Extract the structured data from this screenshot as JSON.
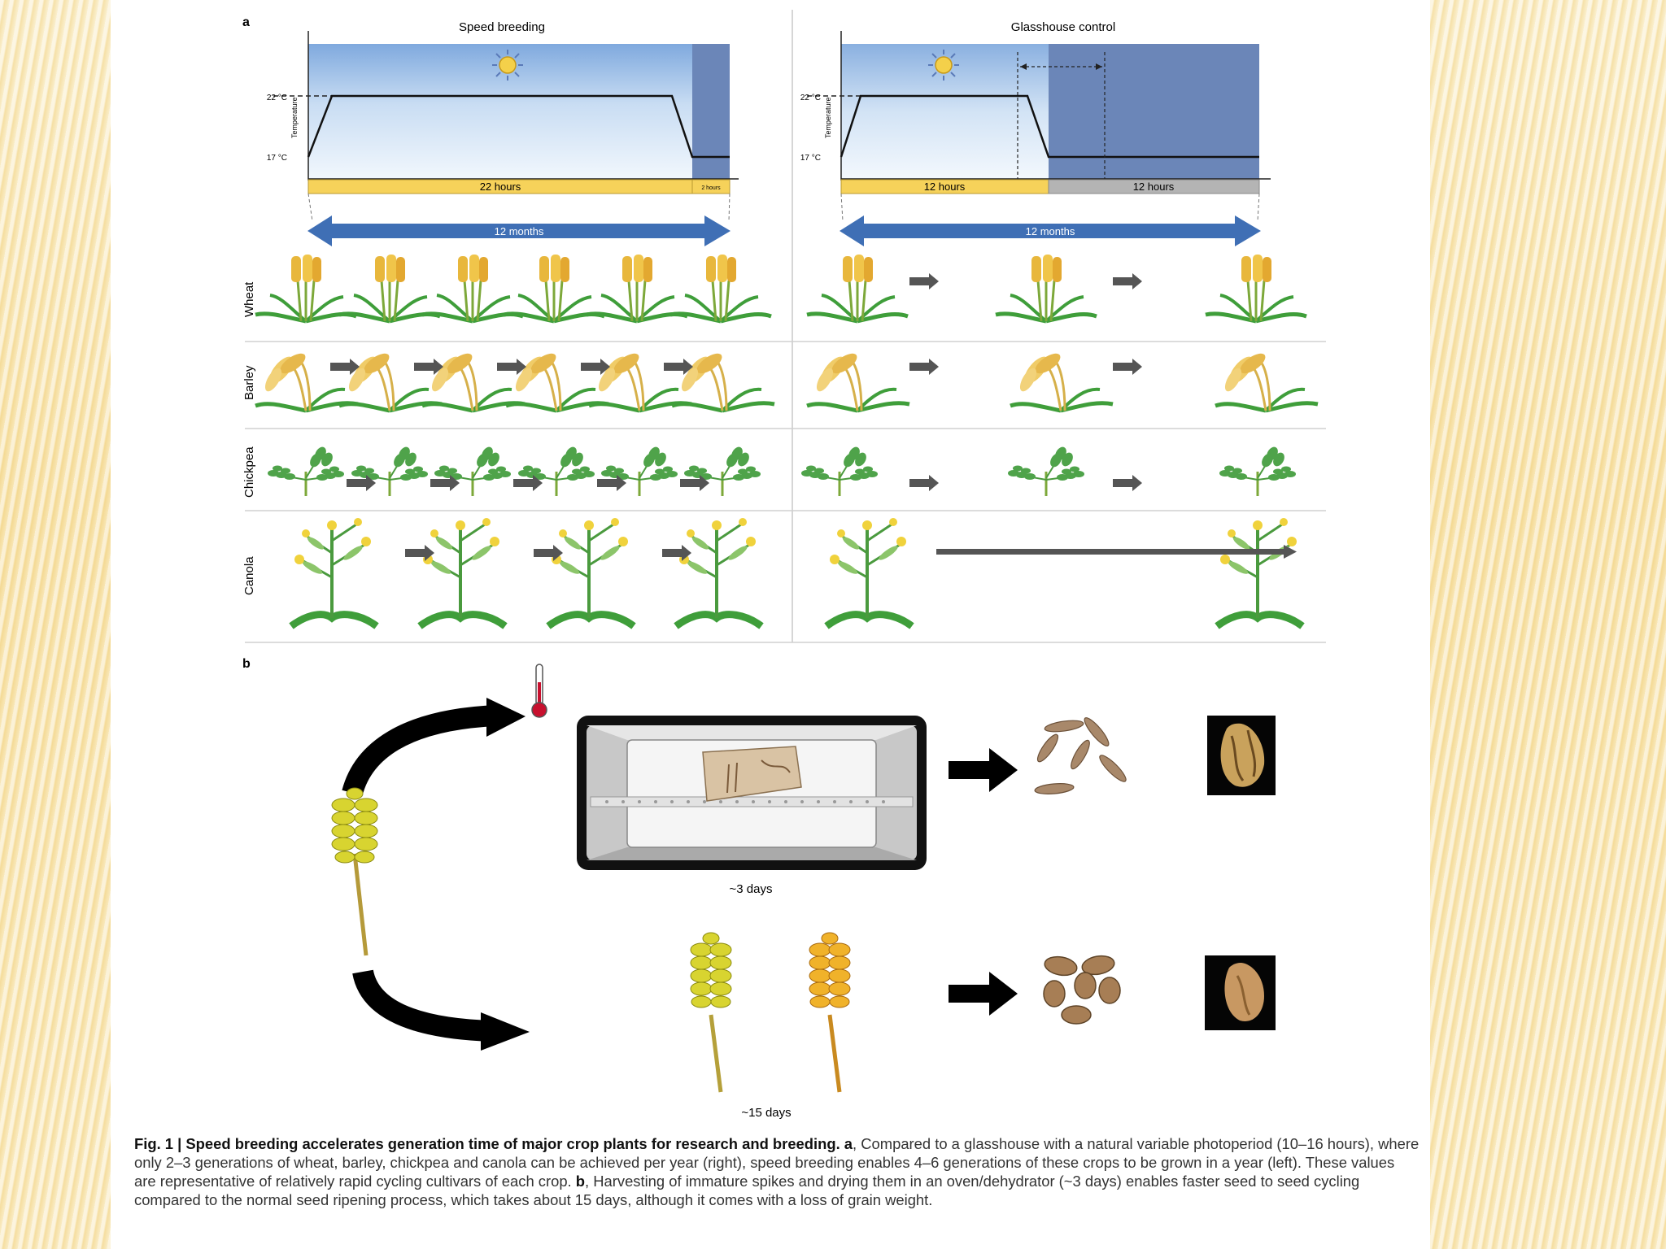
{
  "figure": {
    "panel_a_label": "a",
    "panel_b_label": "b",
    "speed_breeding": {
      "title": "Speed breeding",
      "y_label": "Temperature",
      "temp_high": "22 °C",
      "temp_low": "17 °C",
      "light_hours": "22 hours",
      "dark_hours": "2 hours",
      "span": "12 months"
    },
    "glasshouse": {
      "title": "Glasshouse control",
      "y_label": "Temperature",
      "temp_high": "22 °C",
      "temp_low": "17 °C",
      "light_hours": "12 hours",
      "dark_hours": "12 hours",
      "span": "12 months"
    },
    "crops": [
      "Wheat",
      "Barley",
      "Chickpea",
      "Canola"
    ],
    "generations_speed": [
      6,
      6,
      6,
      4
    ],
    "generations_glasshouse": [
      3,
      3,
      3,
      2
    ],
    "panel_b": {
      "oven_time": "~3 days",
      "natural_time": "~15 days"
    }
  },
  "caption": {
    "bold": "Fig. 1 | Speed breeding accelerates generation time of major crop plants for research and breeding. a",
    "part1": ", Compared to a glasshouse with a natural variable photoperiod (10–16 hours), where only 2–3 generations of wheat, barley, chickpea and canola can be achieved per year (right), speed breeding enables 4–6 generations of these crops to be grown in a year (left). These values are representative of relatively rapid cycling cultivars of each crop. ",
    "bold_b": "b",
    "part2": ", Harvesting of immature spikes and drying them in an oven/dehydrator (~3 days) enables faster seed to seed cycling compared to the normal seed ripening process, which takes about 15 days, although it comes with a loss of grain weight."
  },
  "colors": {
    "sky_light": "#eaf3fc",
    "sky_dark": "#5d8fcf",
    "night": "#6b86b8",
    "light_bar": "#f6d25a",
    "dark_bar": "#b4b4b4",
    "arrow_blue": "#3f6fb5",
    "leaf": "#3f9e3a",
    "wheat": "#e8b73c"
  }
}
